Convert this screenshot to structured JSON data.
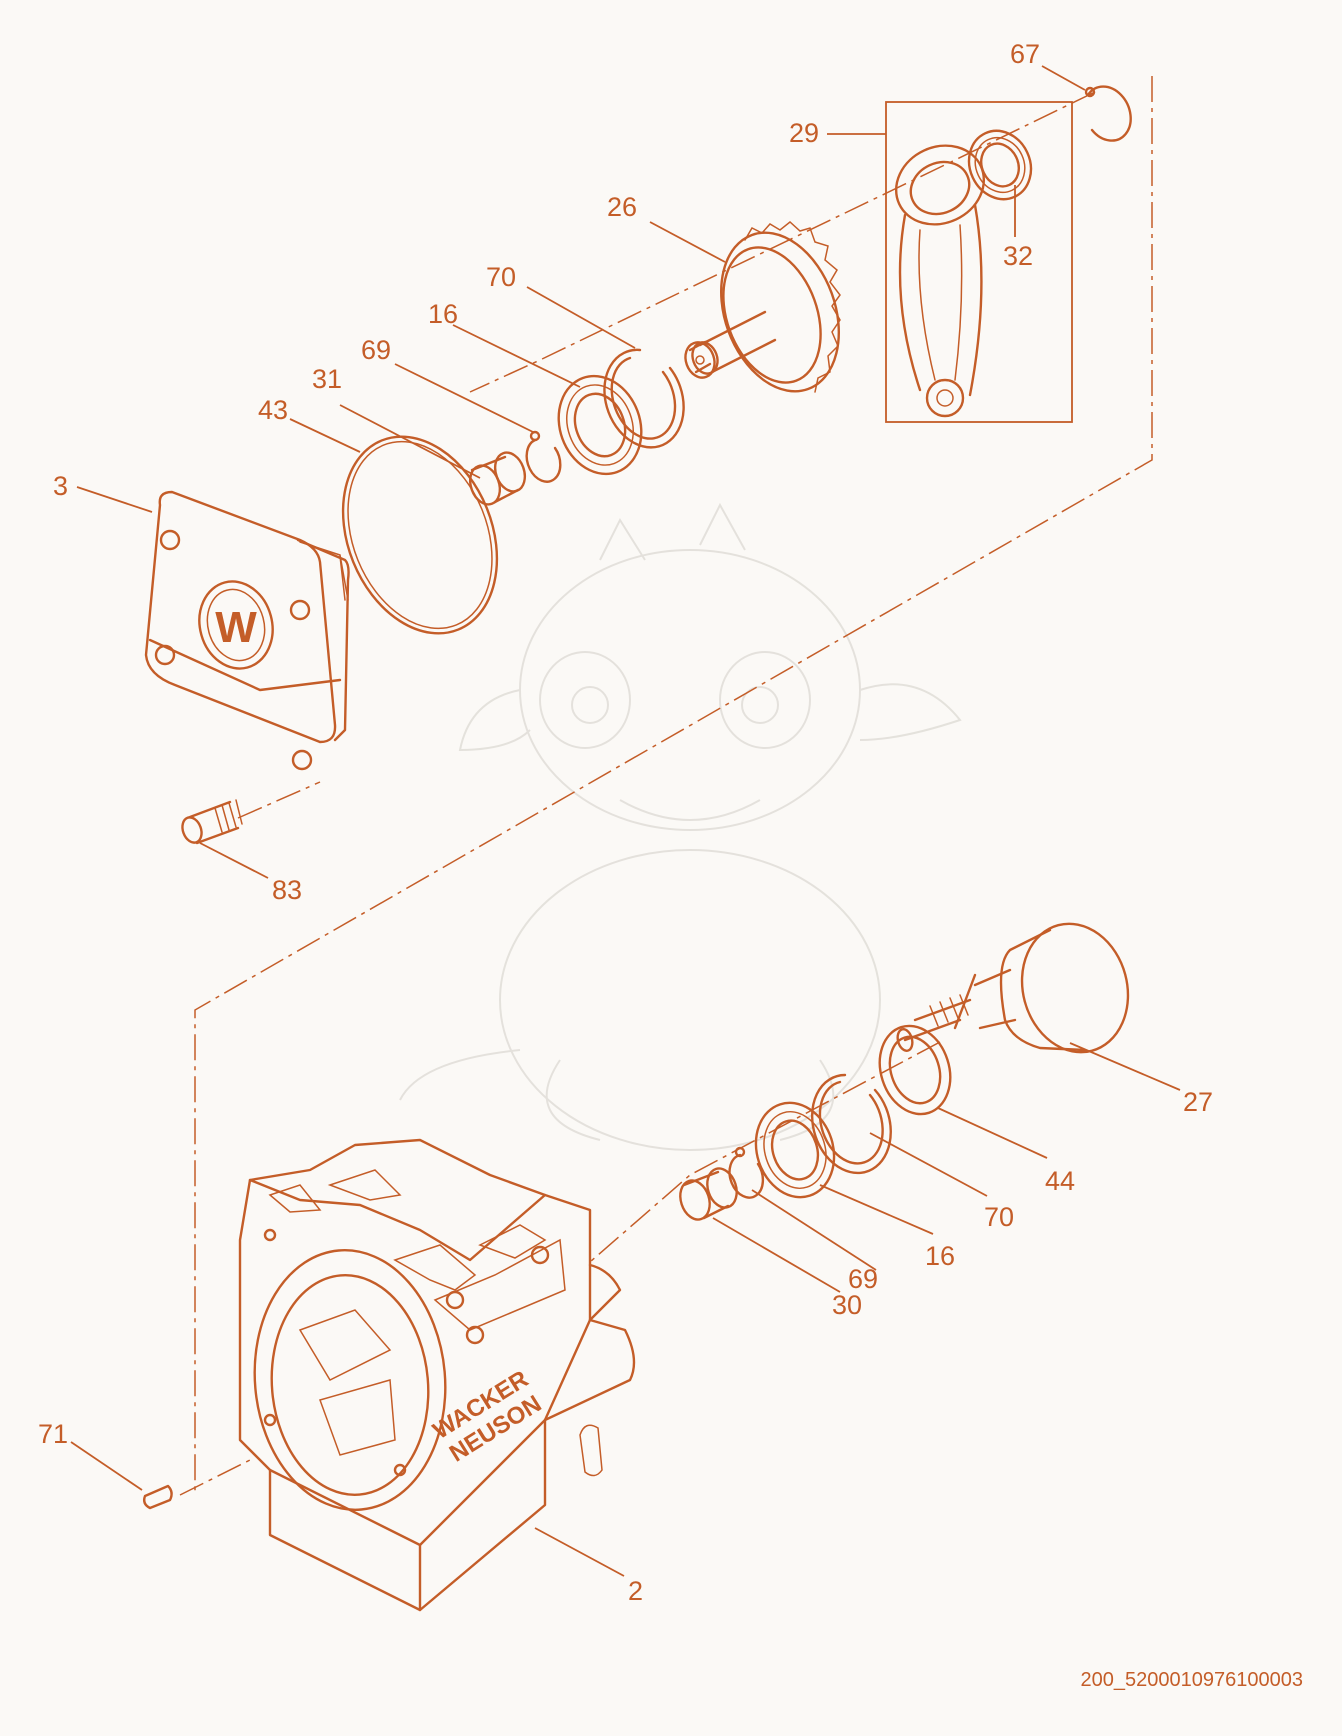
{
  "colors": {
    "ink": "#c45d28",
    "paper": "#fbf9f6",
    "watermark": "#d6d2cc"
  },
  "callouts": {
    "c67": "67",
    "c29": "29",
    "c32": "32",
    "c26": "26",
    "c70a": "70",
    "c16a": "16",
    "c69a": "69",
    "c31": "31",
    "c43": "43",
    "c3": "3",
    "c83": "83",
    "c27": "27",
    "c44": "44",
    "c70b": "70",
    "c16b": "16",
    "c69b": "69",
    "c30": "30",
    "c71": "71",
    "c2": "2"
  },
  "cover_logo": "W",
  "housing_brand": {
    "line1": "WACKER",
    "line2": "NEUSON"
  },
  "drawing_id": "200_5200010976100003"
}
